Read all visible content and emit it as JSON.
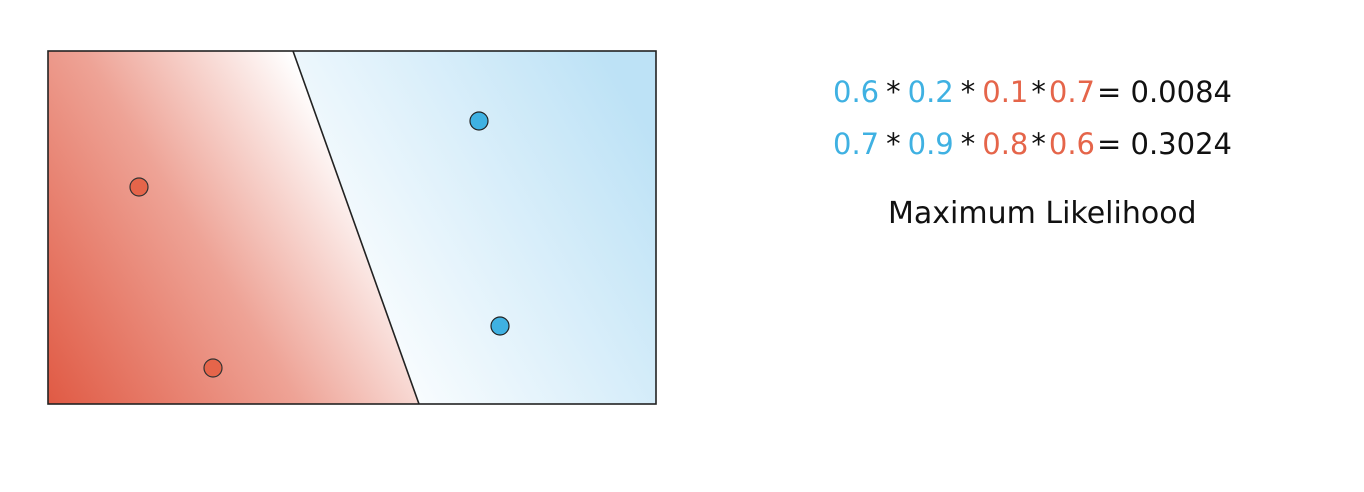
{
  "colors": {
    "red_class": "#e5654a",
    "blue_class": "#3fb1e2",
    "red_region_dark": "#e05a44",
    "blue_region_light": "#bde2f6",
    "text": "#111111",
    "frame": "#222222"
  },
  "diagram": {
    "points": [
      {
        "class": "red"
      },
      {
        "class": "red"
      },
      {
        "class": "blue"
      },
      {
        "class": "blue"
      }
    ]
  },
  "equations": [
    {
      "factors": [
        {
          "value": "0.6",
          "color": "blue"
        },
        {
          "value": "0.2",
          "color": "blue"
        },
        {
          "value": "0.1",
          "color": "red"
        },
        {
          "value": "0.7",
          "color": "red"
        }
      ],
      "operator": "*",
      "result": "= 0.0084"
    },
    {
      "factors": [
        {
          "value": "0.7",
          "color": "blue"
        },
        {
          "value": "0.9",
          "color": "blue"
        },
        {
          "value": "0.8",
          "color": "red"
        },
        {
          "value": "0.6",
          "color": "red"
        }
      ],
      "operator": "*",
      "result": "= 0.3024"
    }
  ],
  "caption": "Maximum Likelihood"
}
